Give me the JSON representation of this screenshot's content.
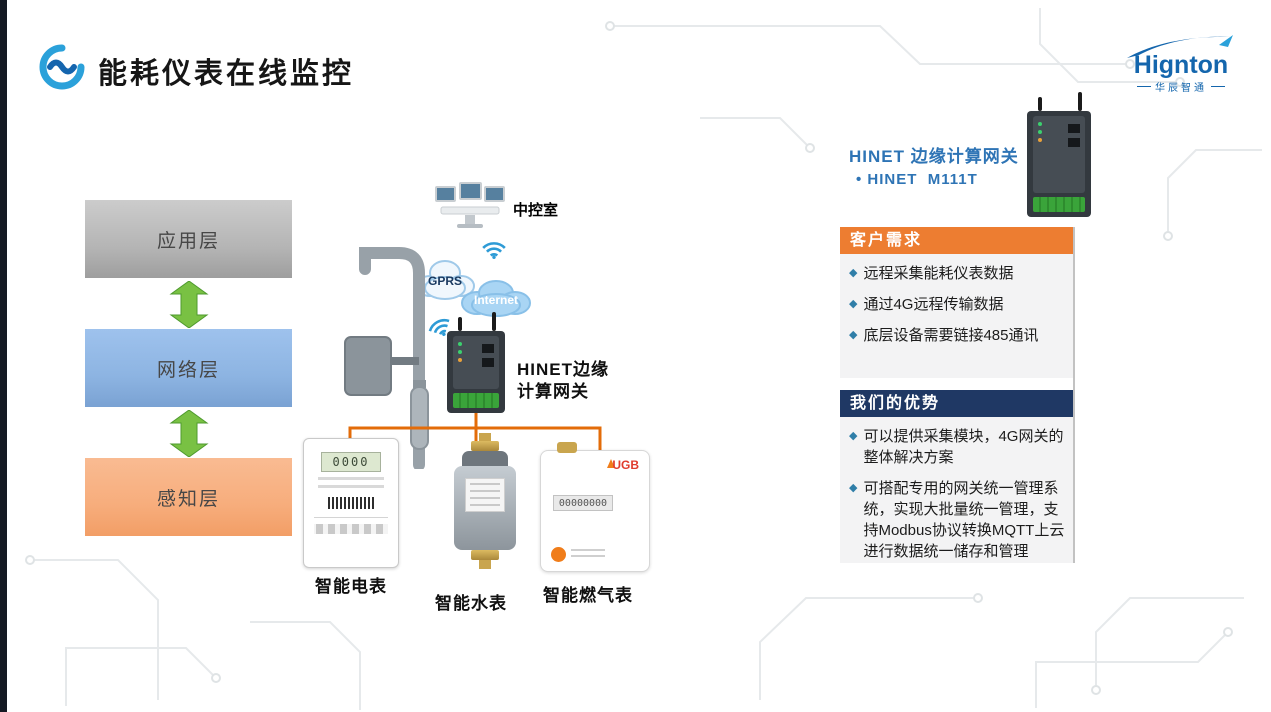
{
  "header": {
    "title": "能耗仪表在线监控",
    "logo_text": "Hignton",
    "logo_subtext": "华辰智通"
  },
  "ui": {
    "bullet_marker": "◆"
  },
  "layers": {
    "items": [
      {
        "label": "应用层"
      },
      {
        "label": "网络层"
      },
      {
        "label": "感知层"
      }
    ]
  },
  "diagram": {
    "control_room_label": "中控室",
    "gprs_label": "GPRS",
    "internet_label": "Internet",
    "gateway_label": "HINET边缘\n计算网关",
    "meter_labels": [
      "智能电表",
      "智能水表",
      "智能燃气表"
    ],
    "emeter_lcd": "0000",
    "gas_brand": "UGB",
    "gas_lcd": "00000000"
  },
  "product": {
    "title": "HINET 边缘计算网关",
    "model": "• HINET  M111T"
  },
  "sections": [
    {
      "header": "客户需求",
      "bullets": [
        "远程采集能耗仪表数据",
        "通过4G远程传输数据",
        "底层设备需要链接485通讯"
      ]
    },
    {
      "header": "我们的优势",
      "bullets": [
        "可以提供采集模块，4G网关的整体解决方案",
        "可搭配专用的网关统一管理系统，实现大批量统一管理，支持Modbus协议转换MQTT上云进行数据统一储存和管理"
      ]
    }
  ],
  "colors": {
    "accent_orange": "#ed7d31",
    "accent_navy": "#1f3864",
    "brand_blue": "#2e74b5",
    "arrow_green": "#79c143",
    "bus_orange": "#e36c09"
  }
}
